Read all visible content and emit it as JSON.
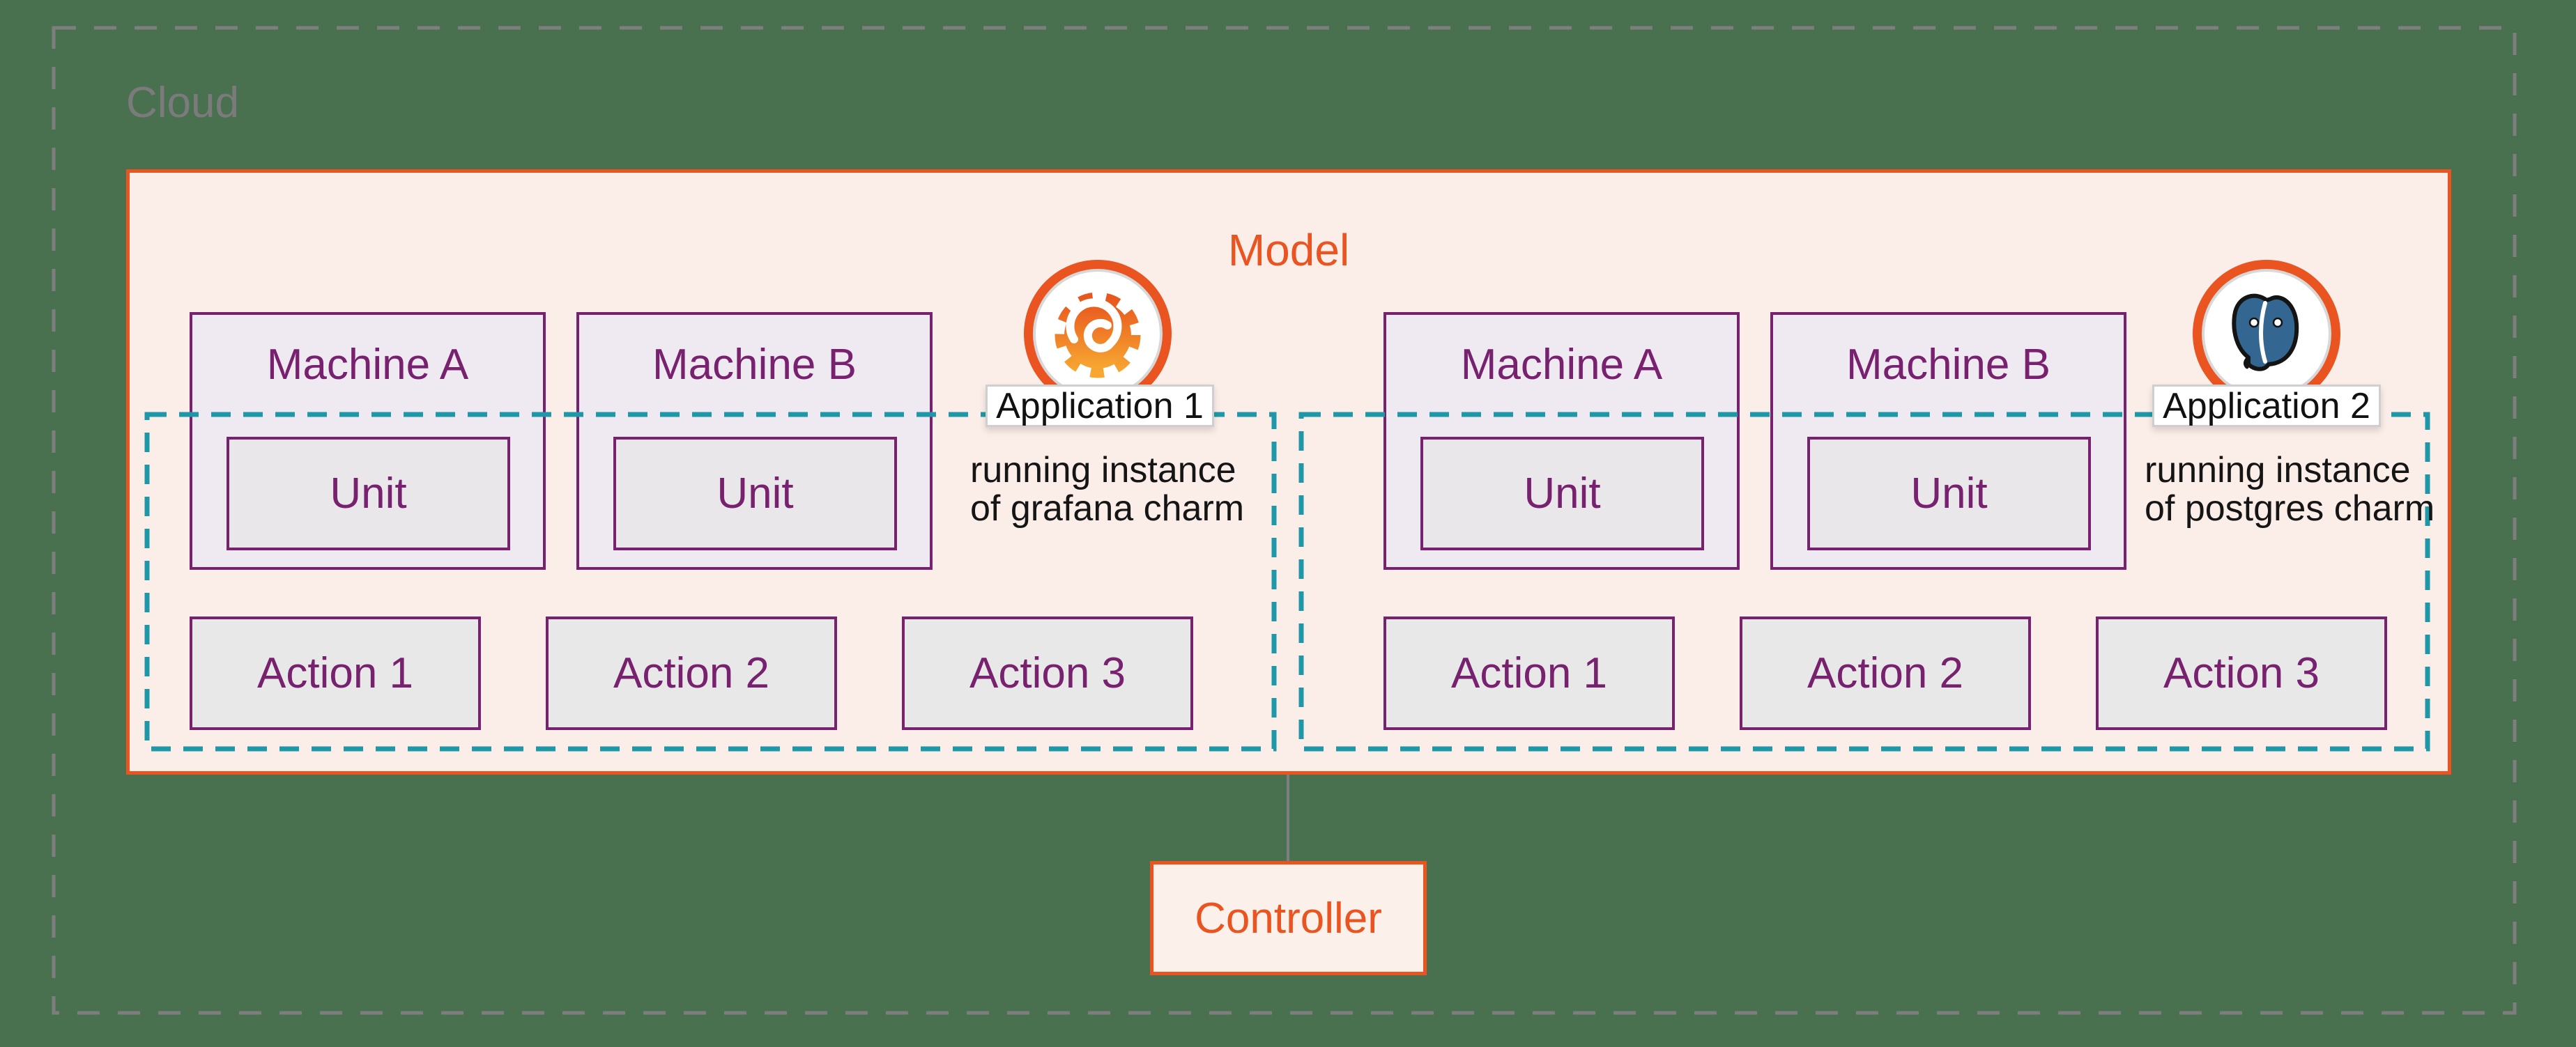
{
  "cloud": {
    "label": "Cloud"
  },
  "model": {
    "label": "Model"
  },
  "groups": [
    {
      "machines": [
        {
          "label": "Machine A",
          "unit": "Unit"
        },
        {
          "label": "Machine B",
          "unit": "Unit"
        }
      ],
      "actions": [
        "Action 1",
        "Action 2",
        "Action 3"
      ],
      "application": {
        "label": "Application 1",
        "caption_line1": "running instance",
        "caption_line2": "of grafana charm",
        "icon": "grafana-icon"
      }
    },
    {
      "machines": [
        {
          "label": "Machine A",
          "unit": "Unit"
        },
        {
          "label": "Machine B",
          "unit": "Unit"
        }
      ],
      "actions": [
        "Action 1",
        "Action 2",
        "Action 3"
      ],
      "application": {
        "label": "Application 2",
        "caption_line1": "running instance",
        "caption_line2": "of postgres charm",
        "icon": "postgres-icon"
      }
    }
  ],
  "controller": {
    "label": "Controller"
  },
  "colors": {
    "background": "#497150",
    "ubuntu_orange": "#E95420",
    "aubergine_purple": "#77216F",
    "scope_teal": "#1E98A8",
    "cloud_border_gray": "#7E7E7E",
    "cloud_label_gray": "#7B7B7B",
    "model_fill": "#FBEDE8",
    "machine_fill": "#EFE9F1",
    "unit_fill": "#E9E7E9",
    "action_fill": "#E9E8E9",
    "controller_fill": "#FCF0EB",
    "app_label_border": "#CFCFCF",
    "postgres_blue": "#336791",
    "grafana_orange_dark": "#E8571E",
    "grafana_orange_light": "#F7A831"
  }
}
